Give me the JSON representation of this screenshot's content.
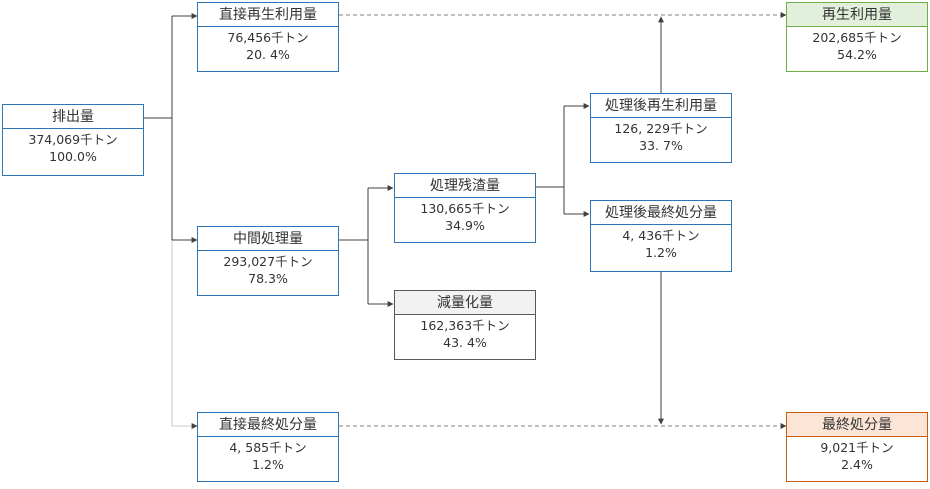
{
  "nodes": {
    "haishutsu": {
      "title": "排出量",
      "amount": "374,069千トン",
      "percent": "100.0%"
    },
    "chokusetsu_saisei": {
      "title": "直接再生利用量",
      "amount": "76,456千トン",
      "percent": "20. 4%"
    },
    "chukan": {
      "title": "中間処理量",
      "amount": "293,027千トン",
      "percent": "78.3%"
    },
    "chokusetsu_saishu": {
      "title": "直接最終処分量",
      "amount": "4, 585千トン",
      "percent": "1.2%"
    },
    "zansa": {
      "title": "処理残渣量",
      "amount": "130,665千トン",
      "percent": "34.9%"
    },
    "genryo": {
      "title": "減量化量",
      "amount": "162,363千トン",
      "percent": "43. 4%"
    },
    "shorigo_saisei": {
      "title": "処理後再生利用量",
      "amount": "126, 229千トン",
      "percent": "33. 7%"
    },
    "shorigo_saishu": {
      "title": "処理後最終処分量",
      "amount": "4, 436千トン",
      "percent": "1.2%"
    },
    "saisei": {
      "title": "再生利用量",
      "amount": "202,685千トン",
      "percent": "54.2%"
    },
    "saishu": {
      "title": "最終処分量",
      "amount": "9,021千トン",
      "percent": "2.4%"
    }
  },
  "colors": {
    "node_border": "#2E75B6",
    "line": "#404040",
    "gray_header": "#F2F2F2",
    "green_header": "#E2EFDA",
    "orange_header": "#FCE4D6"
  }
}
